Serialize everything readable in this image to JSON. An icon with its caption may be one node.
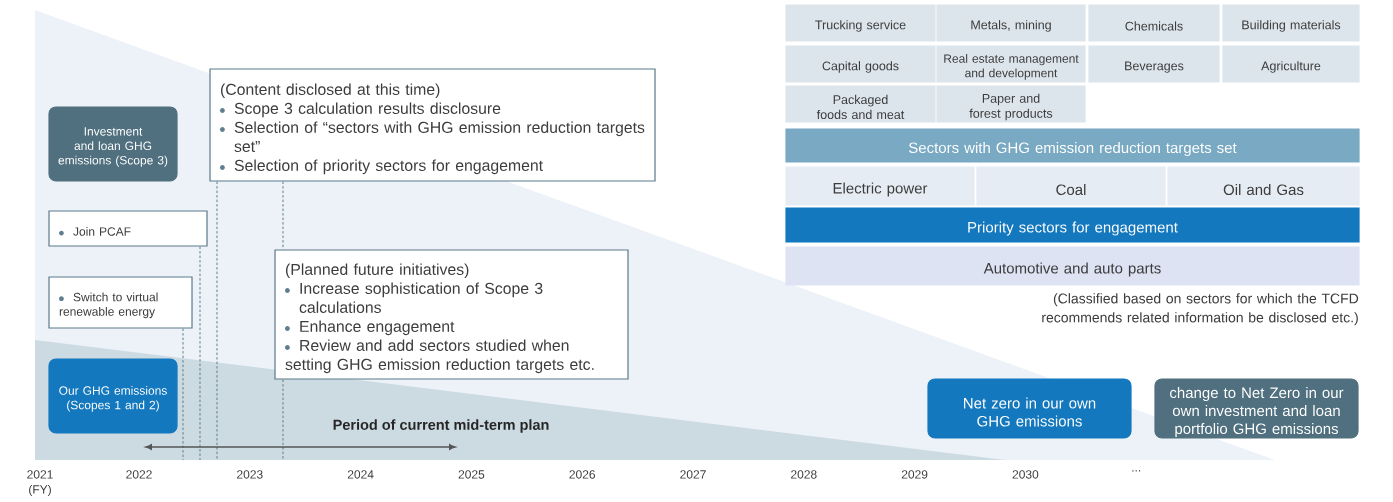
{
  "diagram": {
    "nodes": [
      {
        "text": [
          "Investment and loan GHG emissions (Scope 3)"
        ]
      },
      {
        "text": [
          "(Content disclosed at this time)",
          "Scope 3 calculation results disclosure",
          "Selection of “sectors with GHG emission reduction targets set”",
          "Selection of priority sectors for engagement"
        ]
      },
      {
        "text": [
          "Join PCAF"
        ]
      },
      {
        "text": [
          "(Planned future initiatives)",
          "Increase sophistication of Scope 3 calculations",
          "Enhance engagement",
          "Review and add sectors studied when setting GHG emission reduction targets etc."
        ]
      },
      {
        "text": [
          "Switch to virtual renewable energy"
        ]
      },
      {
        "text": [
          "Our GHG emissions (Scopes 1 and 2)"
        ]
      },
      {
        "text": [
          "Trucking service"
        ]
      },
      {
        "text": [
          "Metals, mining"
        ]
      },
      {
        "text": [
          "Chemicals"
        ]
      },
      {
        "text": [
          "Building materials"
        ]
      },
      {
        "text": [
          "Capital goods"
        ]
      },
      {
        "text": [
          "Real estate management and development"
        ]
      },
      {
        "text": [
          "Beverages"
        ]
      },
      {
        "text": [
          "Agriculture"
        ]
      },
      {
        "text": [
          "Packaged foods and meat"
        ]
      },
      {
        "text": [
          "Paper and forest products"
        ]
      },
      {
        "text": [
          "Sectors with GHG emission reduction targets set"
        ]
      },
      {
        "text": [
          "Electric power"
        ]
      },
      {
        "text": [
          "Coal"
        ]
      },
      {
        "text": [
          "Oil and Gas"
        ]
      },
      {
        "text": [
          "Priority sectors for engagement"
        ]
      },
      {
        "text": [
          "Automotive and auto parts"
        ]
      },
      {
        "text": [
          "Net zero in our own GHG emissions"
        ]
      },
      {
        "text": [
          "change to Net Zero in our own investment and loan portfolio GHG emissions"
        ]
      }
    ],
    "edges": [
      {
        "from": 4,
        "to": null,
        "arrow": "none",
        "style": "dashed"
      },
      {
        "from": 2,
        "to": null,
        "arrow": "none",
        "style": "dashed"
      },
      {
        "from": 1,
        "to": null,
        "arrow": "none",
        "style": "dashed"
      },
      {
        "from": 1,
        "to": 3,
        "arrow": "none",
        "style": "dashed"
      },
      {
        "from": 3,
        "to": null,
        "arrow": "none",
        "style": "dashed"
      }
    ],
    "labels": [
      "(Classified based on sectors for which the TCFD recommends related information be disclosed etc.)",
      "Period of current mid-term plan",
      "2021 (FY)",
      "2022",
      "2023",
      "2024",
      "2025",
      "2026",
      "2027",
      "2028",
      "2029",
      "2030",
      "..."
    ]
  }
}
